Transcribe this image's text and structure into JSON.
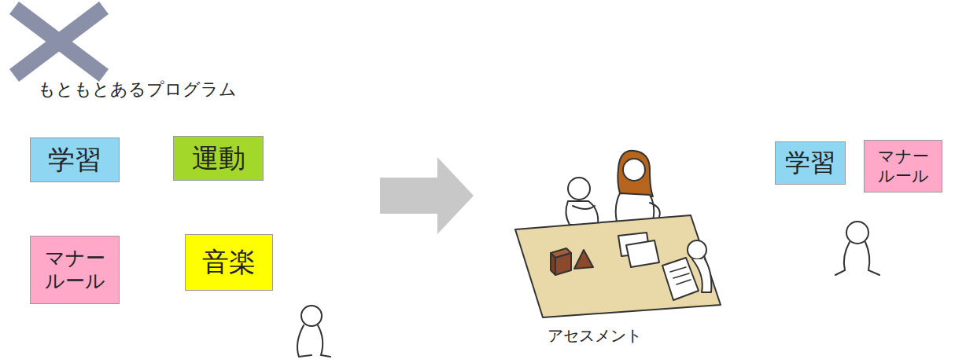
{
  "diagram": {
    "nodes": [
      {
        "text": [
          "学習"
        ]
      },
      {
        "text": [
          "運動"
        ]
      },
      {
        "text": [
          "マナー ルール"
        ]
      },
      {
        "text": [
          "音楽"
        ]
      },
      {
        "text": [
          "学習"
        ]
      },
      {
        "text": [
          "マナー ルール"
        ]
      }
    ],
    "labels": [
      "もともとあるプログラム",
      "アセスメント"
    ]
  }
}
